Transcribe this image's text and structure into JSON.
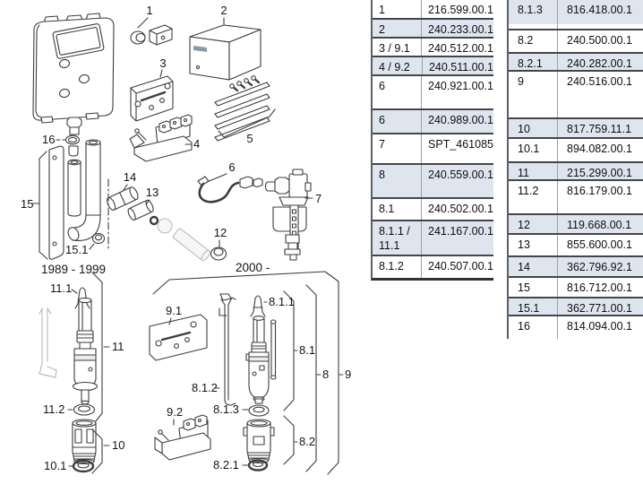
{
  "colors": {
    "row_shade": "#dfe5ef",
    "grid_dark": "#42464c",
    "grid_mid": "#9aa0a8",
    "diagram_stroke": "#3d3d3d",
    "faded_stroke": "#bcbcbc",
    "background": "#ffffff"
  },
  "diagram": {
    "era_old": "1989 - 1999",
    "era_new": "2000 -",
    "callouts": {
      "c1": "1",
      "c2": "2",
      "c3": "3",
      "c4": "4",
      "c5": "5",
      "c6": "6",
      "c7": "7",
      "c8": "8",
      "c9": "9",
      "c10": "10",
      "c10_1": "10.1",
      "c11": "11",
      "c11_1": "11.1",
      "c11_2": "11.2",
      "c12": "12",
      "c13": "13",
      "c14": "14",
      "c15": "15",
      "c15_1": "15.1",
      "c16": "16",
      "c9_1": "9.1",
      "c9_2": "9.2",
      "c8_1": "8.1",
      "c8_1_1": "8.1.1",
      "c8_1_2": "8.1.2",
      "c8_1_3": "8.1.3",
      "c8_2": "8.2",
      "c8_2_1": "8.2.1"
    }
  },
  "parts_list": {
    "left_column": {
      "rows": [
        {
          "ref": "1",
          "part": "216.599.00.1",
          "h": 22
        },
        {
          "ref": "2",
          "part": "240.233.00.1",
          "h": 21
        },
        {
          "ref": "3 / 9.1",
          "part": "240.512.00.1",
          "h": 21
        },
        {
          "ref": "4 / 9.2",
          "part": "240.511.00.1",
          "h": 21
        },
        {
          "ref": "6",
          "part": "240.921.00.1",
          "h": 38
        },
        {
          "ref": "6",
          "part": "240.989.00.1",
          "h": 27
        },
        {
          "ref": "7",
          "part": "SPT_461085",
          "h": 34
        },
        {
          "ref": "8",
          "part": "240.559.00.1",
          "h": 38
        },
        {
          "ref": "8.1",
          "part": "240.502.00.1",
          "h": 25
        },
        {
          "ref": "8.1.1 / 11.1",
          "part": "241.167.00.1",
          "h": 39
        },
        {
          "ref": "8.1.2",
          "part": "240.507.00.1",
          "h": 24
        }
      ]
    },
    "right_column": {
      "rows": [
        {
          "ref": "8.1.3",
          "part": "816.418.00.1",
          "h": 34
        },
        {
          "ref": "8.2",
          "part": "240.500.00.1",
          "h": 26
        },
        {
          "ref": "8.2.1",
          "part": "240.282.00.1",
          "h": 20
        },
        {
          "ref": "9",
          "part": "240.516.00.1",
          "h": 53
        },
        {
          "ref": "10",
          "part": "817.759.11.1",
          "h": 22
        },
        {
          "ref": "10.1",
          "part": "894.082.00.1",
          "h": 27
        },
        {
          "ref": "11",
          "part": "215.299.00.1",
          "h": 20
        },
        {
          "ref": "11.2",
          "part": "816.179.00.1",
          "h": 38
        },
        {
          "ref": "12",
          "part": "119.668.00.1",
          "h": 22
        },
        {
          "ref": "13",
          "part": "855.600.00.1",
          "h": 25
        },
        {
          "ref": "14",
          "part": "362.796.92.1",
          "h": 23
        },
        {
          "ref": "15",
          "part": "816.712.00.1",
          "h": 23
        },
        {
          "ref": "15.1",
          "part": "362.771.00.1",
          "h": 20
        },
        {
          "ref": "16",
          "part": "814.094.00.1",
          "h": 25
        }
      ]
    }
  }
}
